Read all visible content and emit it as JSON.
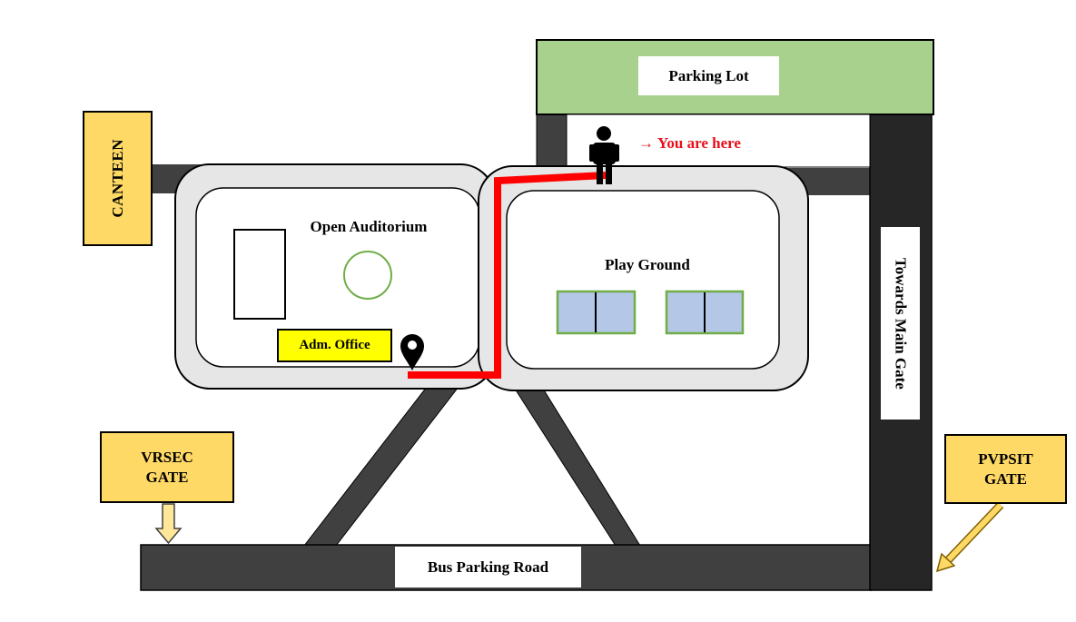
{
  "map": {
    "labels": {
      "parking_lot": "Parking Lot",
      "you_are_here_arrow": "→",
      "you_are_here": "You are here",
      "canteen": "CANTEEN",
      "open_auditorium": "Open Auditorium",
      "adm_office": "Adm. Office",
      "play_ground": "Play Ground",
      "towards_main_gate": "Towards Main Gate",
      "vrsec_gate": [
        "VRSEC",
        "GATE"
      ],
      "pvpsit_gate": [
        "PVPSIT",
        "GATE"
      ],
      "bus_parking_road": "Bus Parking Road"
    },
    "icons": {
      "current_location": "person-icon",
      "destination": "map-pin-icon",
      "direction": "arrow-right-icon",
      "gate_pointer": "arrow-down-icon"
    },
    "colors": {
      "parking_lot": "#a9d18e",
      "road": "#404040",
      "main_road": "#262626",
      "gate_label": "#ffd966",
      "adm_office": "#ffff00",
      "route": "#ff0000",
      "you_are_here_text": "#e8101a",
      "block": "#e7e6e6",
      "court_fill": "#b4c7e7",
      "court_border": "#70ad47"
    }
  }
}
